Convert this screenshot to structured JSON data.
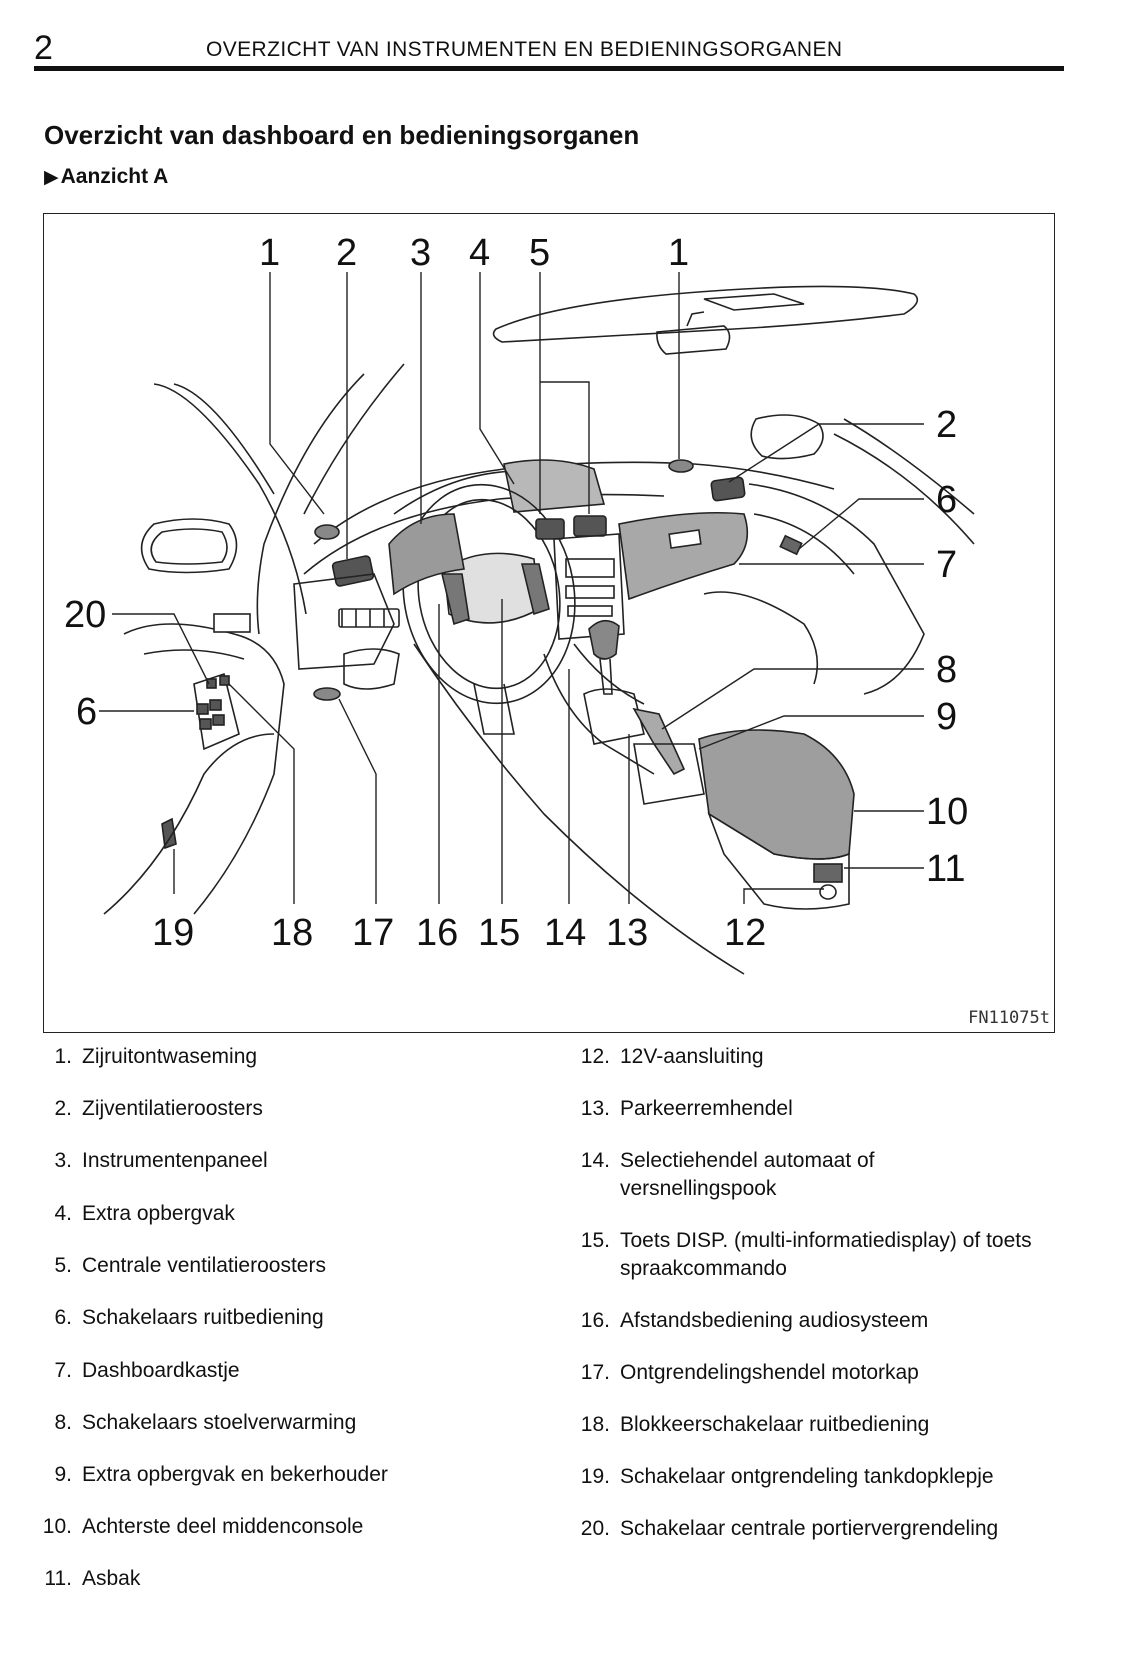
{
  "header": {
    "page_number": "2",
    "running_title": "OVERZICHT VAN INSTRUMENTEN EN BEDIENINGSORGANEN"
  },
  "section_title": "Overzicht van dashboard en bedieningsorganen",
  "view_label": "Aanzicht  A",
  "view_marker_icon": "triangle-right-icon",
  "figure": {
    "code": "FN11075t",
    "callouts": [
      "1",
      "2",
      "3",
      "4",
      "5",
      "1",
      "2",
      "6",
      "7",
      "8",
      "9",
      "10",
      "11",
      "12",
      "13",
      "14",
      "15",
      "16",
      "17",
      "18",
      "19",
      "20",
      "6"
    ]
  },
  "legend_left": [
    {
      "num": "1.",
      "text": "Zijruitontwaseming"
    },
    {
      "num": "2.",
      "text": "Zijventilatieroosters"
    },
    {
      "num": "3.",
      "text": "Instrumentenpaneel"
    },
    {
      "num": "4.",
      "text": "Extra opbergvak"
    },
    {
      "num": "5.",
      "text": "Centrale ventilatieroosters"
    },
    {
      "num": "6.",
      "text": "Schakelaars ruitbediening"
    },
    {
      "num": "7.",
      "text": "Dashboardkastje"
    },
    {
      "num": "8.",
      "text": "Schakelaars stoelverwarming"
    },
    {
      "num": "9.",
      "text": "Extra opbergvak en bekerhouder"
    },
    {
      "num": "10.",
      "text": "Achterste deel middenconsole"
    },
    {
      "num": "11.",
      "text": "Asbak"
    }
  ],
  "legend_right": [
    {
      "num": "12.",
      "text": "12V-aansluiting"
    },
    {
      "num": "13.",
      "text": "Parkeerremhendel"
    },
    {
      "num": "14.",
      "text": "Selectiehendel automaat of versnellingspook"
    },
    {
      "num": "15.",
      "text": "Toets DISP. (multi-informatiedisplay) of toets spraakcommando"
    },
    {
      "num": "16.",
      "text": "Afstandsbediening audiosysteem"
    },
    {
      "num": "17.",
      "text": "Ontgrendelingshendel motorkap"
    },
    {
      "num": "18.",
      "text": "Blokkeerschakelaar ruitbediening"
    },
    {
      "num": "19.",
      "text": "Schakelaar ontgrendeling tankdopklepje"
    },
    {
      "num": "20.",
      "text": "Schakelaar centrale portiervergrendeling"
    }
  ]
}
